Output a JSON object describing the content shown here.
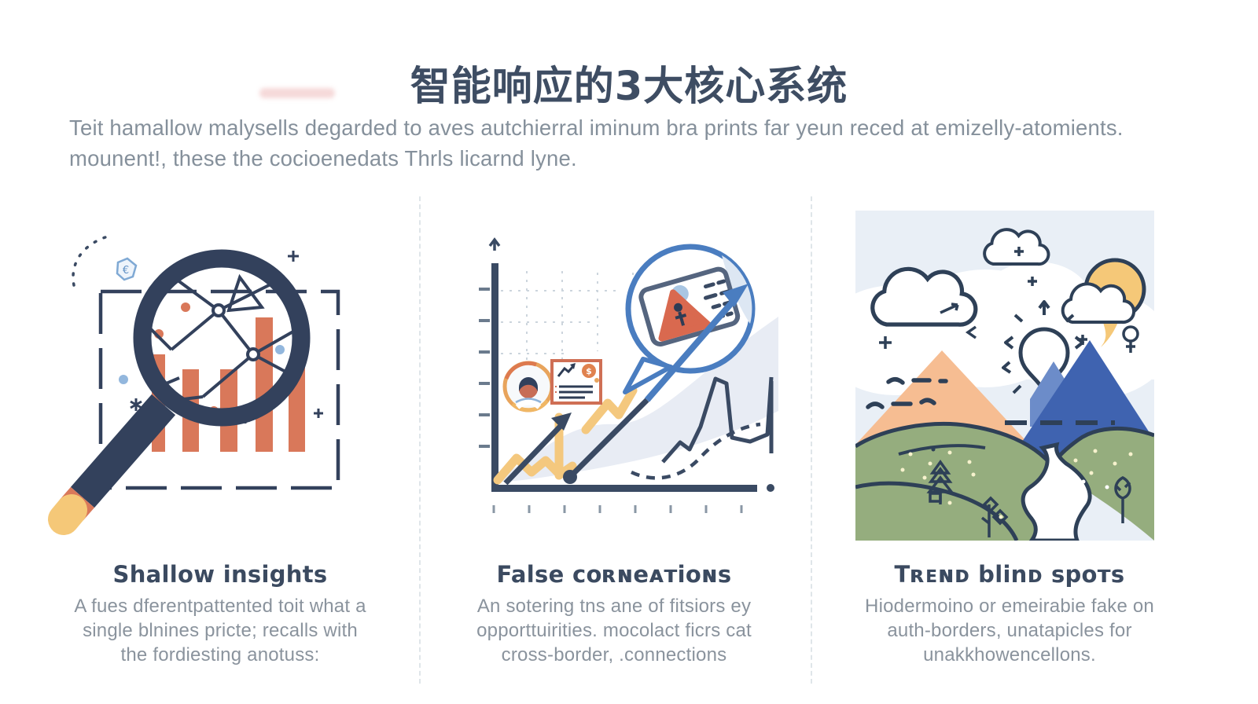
{
  "palette": {
    "heading_navy": "#3e4d63",
    "body_gray": "#8a939d",
    "illustration_navy": "#33415c",
    "terracotta": "#d9785a",
    "yellow": "#f5c878",
    "bubble_blue": "#4a7dc0",
    "mountain_blue": "#3f63b0",
    "mountain_peach": "#f6bd92",
    "hill_green": "#95ad7e",
    "sky_blue": "#e9eff6",
    "band_blue": "#e8ecf4"
  },
  "header": {
    "title": "智能响应的3大核心系统"
  },
  "intro": {
    "line1": "Teit hamallow malysells degarded to aves autchierral iminum bra prints far yeun reced at emizelly-atomients.",
    "line2": "mounent!, these the cocioenedats Thrls licarnd lyne."
  },
  "columns": [
    {
      "id": "shallow-insights",
      "heading": "Shallow insights",
      "body_lines": [
        "A fues dferentpattented toit what a",
        "single blnines pricte; recalls with",
        "the fordiesting anotuss:"
      ],
      "illustration": "magnifier-over-bar-chart"
    },
    {
      "id": "false-correlations",
      "heading": "False cᴏʀɴeᴀᴛiᴏɴs",
      "body_lines": [
        "An sotering tns ane of fitsiors ey",
        "opporttuirities. mocolact ficrs cat",
        "cross-border,  .connections"
      ],
      "illustration": "line-chart-with-warning-bubble"
    },
    {
      "id": "trend-blind-spots",
      "heading": "Tʀᴇɴᴅ blinᴅ spoᴛs",
      "body_lines": [
        "Hiodermoino or emeirabie fake on",
        "auth-borders, unatapicles for",
        "unakkhowencellons."
      ],
      "illustration": "mountain-landscape-with-pin"
    }
  ]
}
